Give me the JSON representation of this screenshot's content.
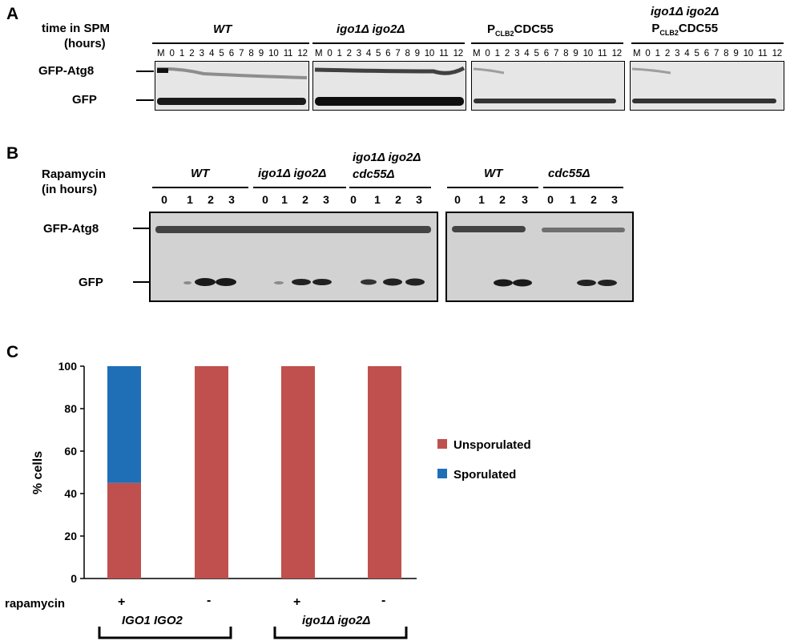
{
  "panel_a": {
    "letter": "A",
    "row_label_line1": "time in SPM",
    "row_label_line2": "(hours)",
    "band_top": "GFP-Atg8",
    "band_bottom": "GFP",
    "groups": [
      {
        "name": "WT",
        "lanes": [
          "M",
          "0",
          "1",
          "2",
          "3",
          "4",
          "5",
          "6",
          "7",
          "8",
          "9",
          "10",
          "11",
          "12"
        ]
      },
      {
        "name": "igo1Δ igo2Δ",
        "lanes": [
          "M",
          "0",
          "1",
          "2",
          "3",
          "4",
          "5",
          "6",
          "7",
          "8",
          "9",
          "10",
          "11",
          "12"
        ]
      },
      {
        "name_prefix": "P",
        "name_sub": "CLB2",
        "name_main": "CDC55",
        "lanes": [
          "M",
          "0",
          "1",
          "2",
          "3",
          "4",
          "5",
          "6",
          "7",
          "8",
          "9",
          "10",
          "11",
          "12"
        ]
      },
      {
        "name_line1": "igo1Δ igo2Δ",
        "name_prefix": "P",
        "name_sub": "CLB2",
        "name_main": "CDC55",
        "lanes": [
          "M",
          "0",
          "1",
          "2",
          "3",
          "4",
          "5",
          "6",
          "7",
          "8",
          "9",
          "10",
          "11",
          "12"
        ]
      }
    ]
  },
  "panel_b": {
    "letter": "B",
    "row_label_line1": "Rapamycin",
    "row_label_line2": "(in hours)",
    "band_top": "GFP-Atg8",
    "band_bottom": "GFP",
    "groups": [
      {
        "name": "WT",
        "lanes": [
          "0",
          "1",
          "2",
          "3"
        ]
      },
      {
        "name": "igo1Δ igo2Δ",
        "lanes": [
          "0",
          "1",
          "2",
          "3"
        ]
      },
      {
        "name_line1": "igo1Δ igo2Δ",
        "name_line2": "cdc55Δ",
        "lanes": [
          "0",
          "1",
          "2",
          "3"
        ]
      },
      {
        "name": "WT",
        "lanes": [
          "0",
          "1",
          "2",
          "3"
        ]
      },
      {
        "name": "cdc55Δ",
        "lanes": [
          "0",
          "1",
          "2",
          "3"
        ]
      }
    ]
  },
  "panel_c": {
    "letter": "C",
    "row_label": "rapamycin",
    "treatments": [
      "+",
      "-",
      "+",
      "-"
    ],
    "strain_labels": [
      "IGO1 IGO2",
      "igo1Δ igo2Δ"
    ]
  },
  "chart_data": {
    "type": "bar",
    "stacked": true,
    "categories": [
      "+",
      "-",
      "+",
      "-"
    ],
    "ylabel": "% cells",
    "xlabel": "",
    "ylim": [
      0,
      100
    ],
    "yticks": [
      "0",
      "20",
      "40",
      "60",
      "80",
      "100"
    ],
    "grid": false,
    "legend_position": "right",
    "series": [
      {
        "name": "Unsporulated",
        "color": "#c0504d",
        "values": [
          45,
          100,
          100,
          100
        ]
      },
      {
        "name": "Sporulated",
        "color": "#1f6fb6",
        "values": [
          55,
          0,
          0,
          0
        ]
      }
    ],
    "legend_order": [
      "Unsporulated",
      "Sporulated"
    ]
  }
}
